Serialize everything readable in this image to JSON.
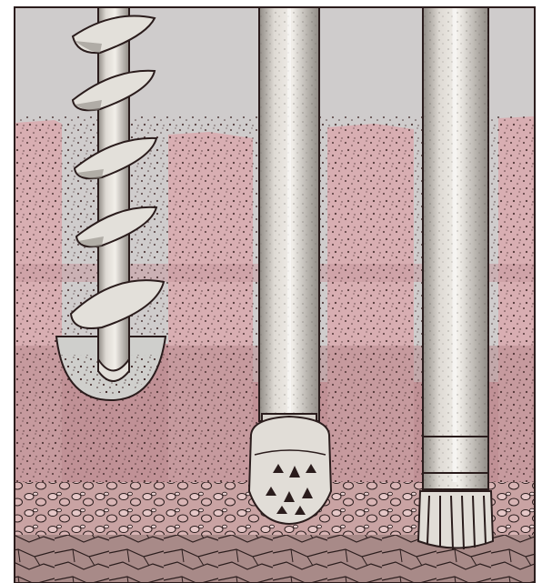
{
  "illustration": {
    "panels": [
      {
        "name": "auger",
        "tool": "continuous-flight-auger"
      },
      {
        "name": "tricone",
        "tool": "tricone-roller-bit"
      },
      {
        "name": "drag",
        "tool": "drag-bit"
      }
    ],
    "colors": {
      "sky": "#cfcccc",
      "soil_light": "#d8aeb2",
      "soil_mid": "#c99aa0",
      "soil_dark": "#b88a8e",
      "gravel": "#c9a3a3",
      "bedrock": "#a88a88",
      "ink": "#2a1c1c",
      "steel": "#e6e3de",
      "steel_shade": "#b9b4ad"
    }
  }
}
